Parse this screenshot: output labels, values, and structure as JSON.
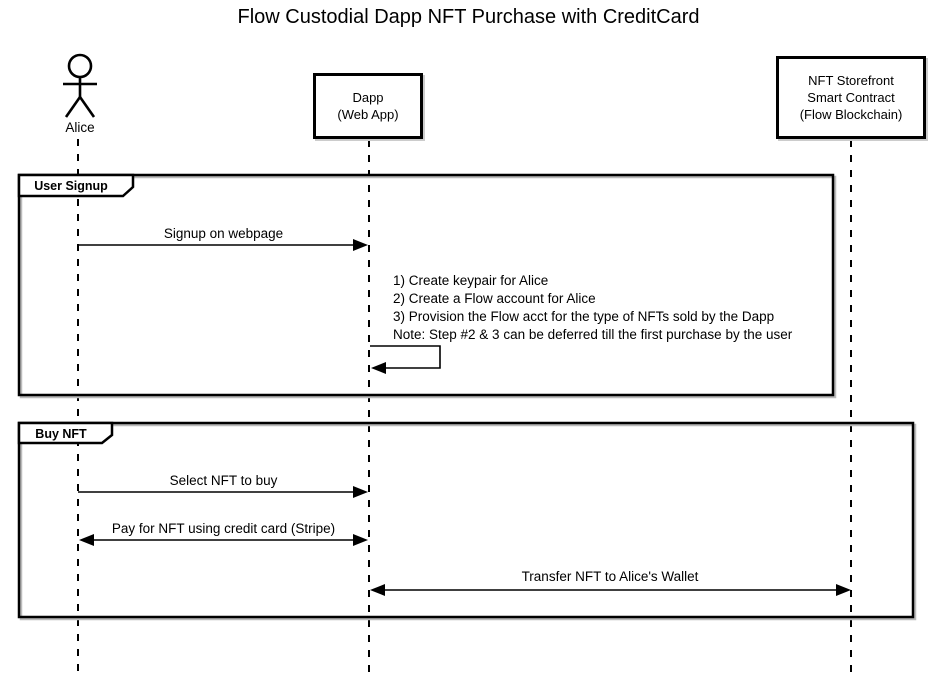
{
  "title": "Flow Custodial Dapp NFT Purchase with CreditCard",
  "participants": {
    "actor": {
      "name": "Alice"
    },
    "dapp": {
      "line1": "Dapp",
      "line2": "(Web App)"
    },
    "storefront": {
      "line1": "NFT Storefront",
      "line2": "Smart Contract",
      "line3": "(Flow Blockchain)"
    }
  },
  "frames": {
    "user_signup": {
      "label": "User Signup"
    },
    "buy_nft": {
      "label": "Buy NFT"
    }
  },
  "messages": {
    "signup": "Signup on webpage",
    "select": "Select NFT to buy",
    "pay": "Pay for NFT using credit card (Stripe)",
    "transfer": "Transfer NFT to Alice's Wallet"
  },
  "note": {
    "line1": "1) Create keypair for Alice",
    "line2": "2) Create a Flow account for Alice",
    "line3": "3) Provision the Flow acct for the type of NFTs sold by the Dapp",
    "line4": "Note: Step #2 & 3 can be deferred till the first purchase by the user"
  },
  "colors": {
    "line": "#000000",
    "background": "#ffffff"
  }
}
